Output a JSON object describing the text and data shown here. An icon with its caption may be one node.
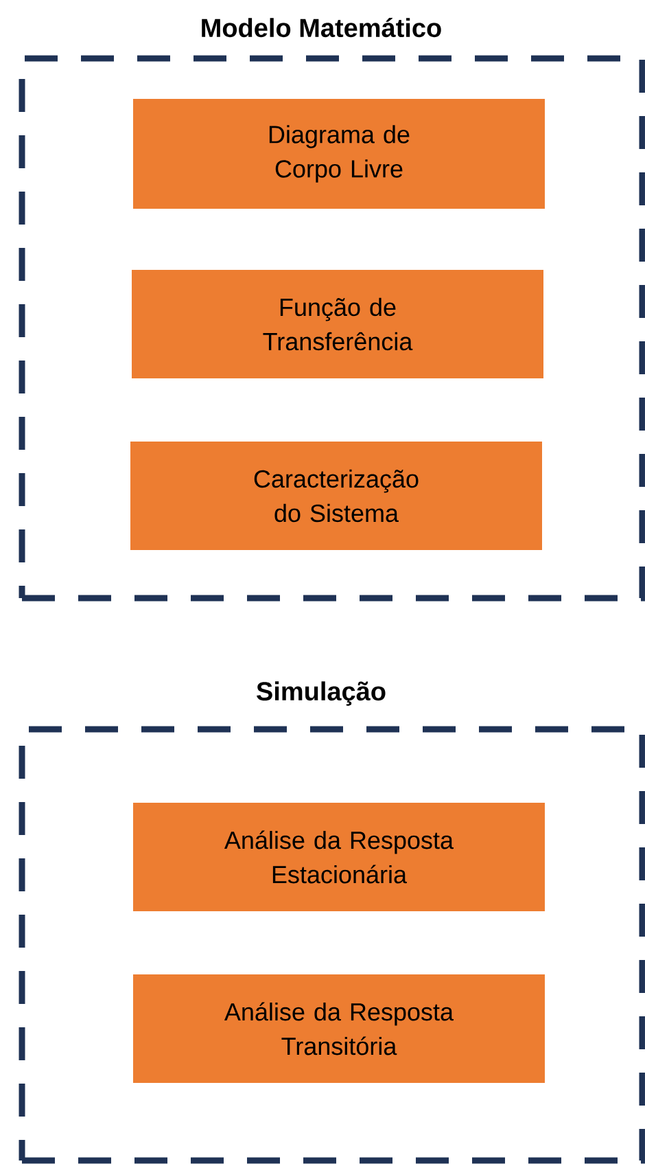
{
  "diagram": {
    "nodes": [
      {
        "text": [
          "Modelo Matemático"
        ]
      },
      {
        "text": [
          "Diagrama de Corpo Livre"
        ],
        "in": 0
      },
      {
        "text": [
          "Função de Transferência"
        ],
        "in": 0
      },
      {
        "text": [
          "Caracterização do Sistema"
        ],
        "in": 0
      },
      {
        "text": [
          "Simulação"
        ]
      },
      {
        "text": [
          "Análise da Resposta Estacionária"
        ],
        "in": 4
      },
      {
        "text": [
          "Análise da Resposta Transitória"
        ],
        "in": 4
      }
    ]
  }
}
